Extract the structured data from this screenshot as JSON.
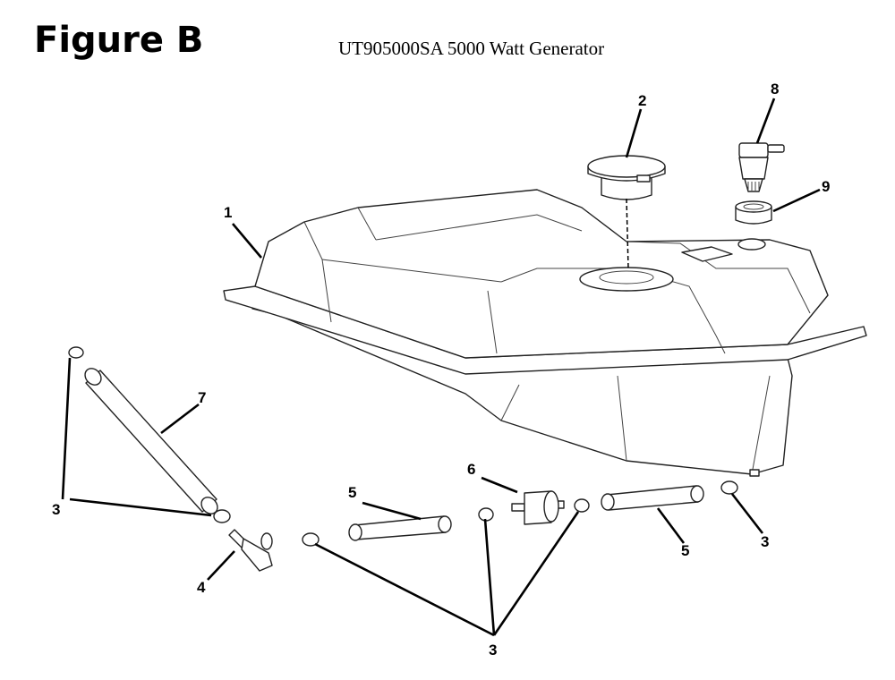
{
  "header": {
    "figure_label": "Figure B",
    "title": "UT905000SA 5000 Watt Generator"
  },
  "callouts": {
    "c1": "1",
    "c2": "2",
    "c3a": "3",
    "c3b": "3",
    "c3c": "3",
    "c4": "4",
    "c5a": "5",
    "c5b": "5",
    "c6": "6",
    "c7": "7",
    "c8": "8",
    "c9": "9"
  }
}
